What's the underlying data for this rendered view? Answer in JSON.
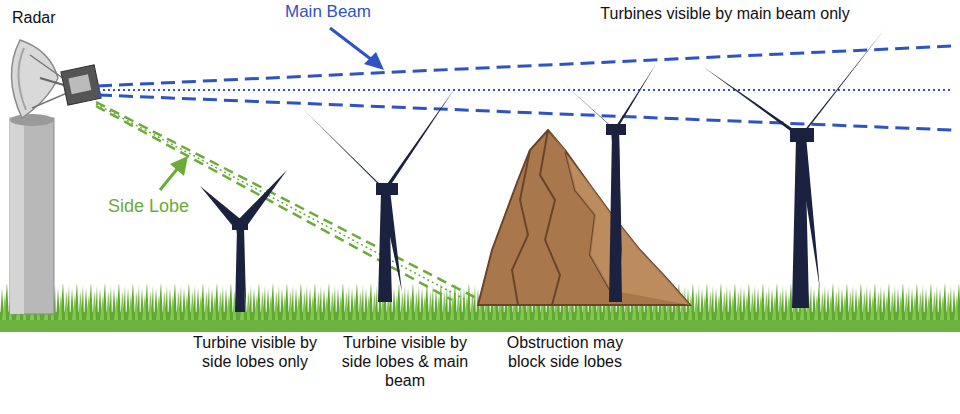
{
  "diagram": {
    "labels": [
      "Radar",
      "Main Beam",
      "Turbines visible by main beam only",
      "Side Lobe",
      "Turbine visible by side lobes only",
      "Turbine visible by side lobes & main beam",
      "Obstruction may block side lobes"
    ]
  }
}
